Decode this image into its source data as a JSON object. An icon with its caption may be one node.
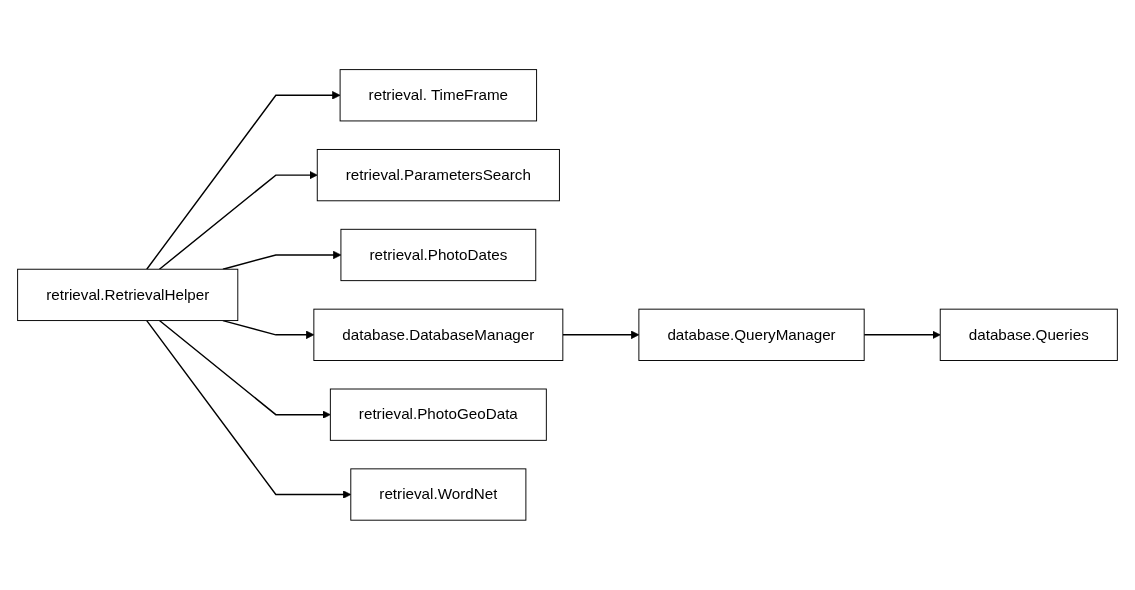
{
  "diagram": {
    "nodes": [
      {
        "text": [
          "retrieval. TimeFrame"
        ]
      },
      {
        "text": [
          "retrieval.ParametersSearch"
        ]
      },
      {
        "text": [
          "retrieval.RetrievalHelper"
        ]
      },
      {
        "text": [
          "retrieval.PhotoDates"
        ]
      },
      {
        "text": [
          "database.DatabaseManager"
        ]
      },
      {
        "text": [
          "database.QueryManager"
        ]
      },
      {
        "text": [
          "retrieval.PhotoGeoData"
        ]
      },
      {
        "text": [
          "retrieval.WordNet"
        ]
      },
      {
        "text": [
          "database.Queries"
        ]
      }
    ],
    "edges": [
      {
        "from": 2,
        "to": 0,
        "arrow": "to"
      },
      {
        "from": 2,
        "to": 1,
        "arrow": "to"
      },
      {
        "from": 2,
        "to": 3,
        "arrow": "to"
      },
      {
        "from": 2,
        "to": 6,
        "arrow": "to"
      },
      {
        "from": 2,
        "to": 7,
        "arrow": "to"
      },
      {
        "from": 2,
        "to": 4,
        "arrow": "to"
      },
      {
        "from": 4,
        "to": 5,
        "arrow": "to"
      },
      {
        "from": 5,
        "to": 8,
        "arrow": "to"
      }
    ]
  }
}
